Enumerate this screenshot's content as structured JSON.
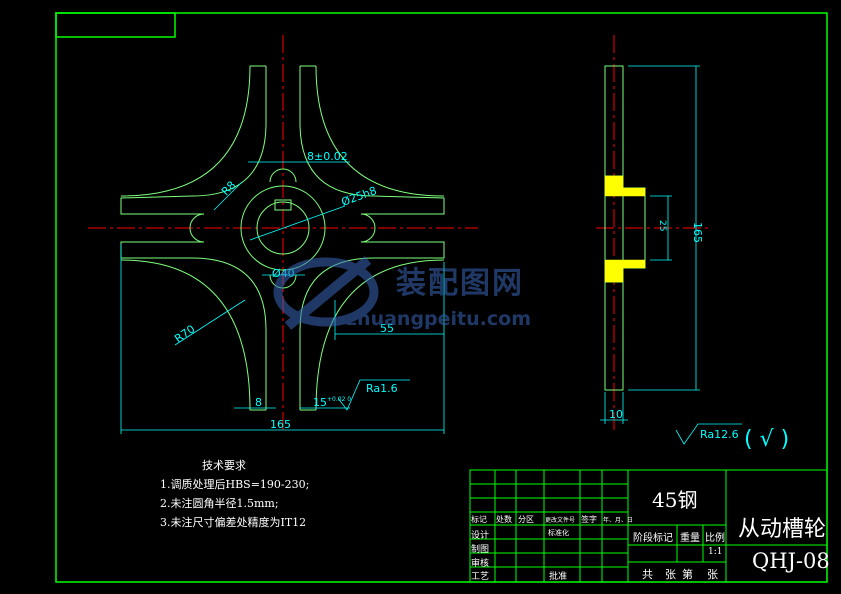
{
  "drawing": {
    "title": "从动槽轮",
    "code": "QHJ-08",
    "material": "45钢",
    "scale": "1:1",
    "colors": {
      "frame": "#00ff00",
      "outline": "#7cff7c",
      "dimension": "#00ffff",
      "center_line": "#ff0000",
      "hatch": "#ffff00",
      "text": "#ffffff"
    }
  },
  "dimensions": {
    "keyway": "8±0.02",
    "bore": "Ø25h8",
    "hub": "Ø40",
    "r_small": "R8",
    "r_large": "R70",
    "offset": "55",
    "slot_width": "8",
    "key_depth": "15",
    "key_tol": "+0.02 0",
    "width": "165",
    "height": "165",
    "hub_height": "25",
    "thickness": "10",
    "roughness_main": "Ra1.6",
    "roughness_general": "Ra12.6",
    "roughness_note": "( √ )"
  },
  "tech_requirements": {
    "heading": "技术要求",
    "items": [
      "1.调质处理后HBS=190-230;",
      "2.未注圆角半径1.5mm;",
      "3.未注尺寸偏差处精度为IT12"
    ]
  },
  "title_block": {
    "row_labels": [
      "标记",
      "处数",
      "分区",
      "更改文件号",
      "签字",
      "年、月、日"
    ],
    "design": "设计",
    "standardize": "标准化",
    "draw": "制图",
    "review": "审核",
    "process": "工艺",
    "approve": "批准",
    "stage_mark": "阶段标记",
    "weight": "重量",
    "ratio": "比例",
    "total": "共",
    "sheets": "张",
    "sheet_no": "第",
    "sheet_suffix": "张"
  },
  "watermark": {
    "name": "装配图网",
    "url": "zhuangpeitu.com"
  }
}
